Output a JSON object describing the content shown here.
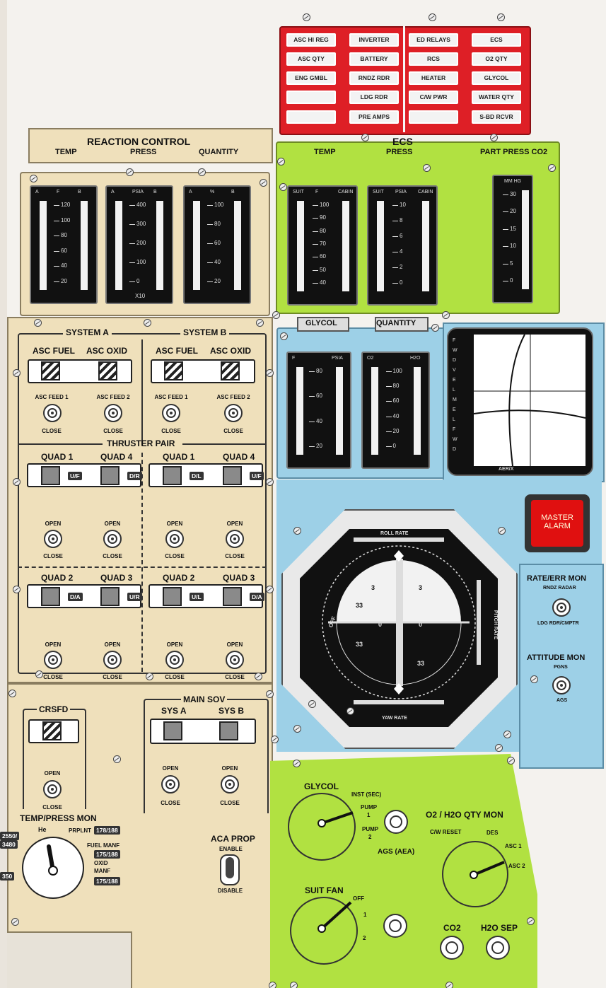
{
  "caution_warning": {
    "left": [
      "ASC HI REG",
      "INVERTER",
      "ASC QTY",
      "BATTERY",
      "ENG GMBL",
      "RNDZ RDR",
      "",
      "LDG RDR",
      "",
      "PRE AMPS"
    ],
    "right": [
      "ED RELAYS",
      "ECS",
      "RCS",
      "O2 QTY",
      "HEATER",
      "GLYCOL",
      "C/W PWR",
      "WATER QTY",
      "",
      "S-BD RCVR"
    ]
  },
  "reaction_control": {
    "title": "REACTION CONTROL",
    "temp": "TEMP",
    "press": "PRESS",
    "quantity": "QUANTITY"
  },
  "ecs": {
    "title": "ECS",
    "temp": "TEMP",
    "press": "PRESS",
    "part_press": "PART PRESS CO2"
  },
  "rcs_gauges": {
    "temp": {
      "hdr_a": "A",
      "hdr_mid": "F",
      "hdr_b": "B",
      "ticks": [
        "120",
        "100",
        "80",
        "60",
        "40",
        "20"
      ]
    },
    "press": {
      "hdr_a": "A",
      "hdr_mid": "PSIA",
      "hdr_b": "B",
      "ticks": [
        "400",
        "300",
        "200",
        "100",
        "0"
      ],
      "foot": "X10"
    },
    "qty": {
      "hdr_a": "A",
      "hdr_mid": "%",
      "hdr_b": "B",
      "ticks": [
        "100",
        "80",
        "60",
        "40",
        "20"
      ]
    }
  },
  "ecs_gauges": {
    "temp": {
      "hdr_a": "SUIT",
      "hdr_mid": "F",
      "hdr_b": "CABIN",
      "ticks": [
        "100",
        "90",
        "80",
        "70",
        "60",
        "50",
        "40"
      ]
    },
    "press": {
      "hdr_a": "SUIT",
      "hdr_mid": "PSIA",
      "hdr_b": "CABIN",
      "ticks": [
        "10",
        "8",
        "6",
        "4",
        "2",
        "0"
      ]
    },
    "co2": {
      "hdr": "MM HG",
      "ticks": [
        "30",
        "20",
        "15",
        "10",
        "5",
        "0"
      ]
    }
  },
  "glycol": {
    "glycol": "GLYCOL",
    "quantity": "QUANTITY",
    "left": {
      "hdr_a": "F",
      "hdr_b": "PSIA",
      "ticks": [
        "80",
        "60",
        "40",
        "20"
      ]
    },
    "right": {
      "hdr_a": "O2",
      "hdr_b": "H2O",
      "ticks": [
        "100",
        "80",
        "60",
        "40",
        "20",
        "0"
      ]
    }
  },
  "xpointer": {
    "label": "AER/X",
    "letters": [
      "F",
      "W",
      "D",
      "V",
      "E",
      "L",
      "M",
      "E",
      "L",
      "F",
      "W",
      "D"
    ]
  },
  "master_alarm": {
    "line1": "MASTER",
    "line2": "ALARM",
    "color": "#e01010"
  },
  "system_a": {
    "title": "SYSTEM A",
    "fuel": "ASC FUEL",
    "oxid": "ASC OXID",
    "feed1": "ASC FEED 1",
    "feed2": "ASC FEED 2",
    "close": "CLOSE"
  },
  "system_b": {
    "title": "SYSTEM B",
    "fuel": "ASC FUEL",
    "oxid": "ASC OXID",
    "feed1": "ASC FEED 1",
    "feed2": "ASC FEED 2",
    "close": "CLOSE"
  },
  "thruster": {
    "title": "THRUSTER PAIR",
    "open": "OPEN",
    "close": "CLOSE",
    "row1": [
      {
        "quad": "QUAD 1",
        "tag": "U/F"
      },
      {
        "quad": "QUAD 4",
        "tag": "D/R"
      },
      {
        "quad": "QUAD 1",
        "tag": "D/L"
      },
      {
        "quad": "QUAD 4",
        "tag": "U/F"
      }
    ],
    "row2": [
      {
        "quad": "QUAD 2",
        "tag": "D/A"
      },
      {
        "quad": "QUAD 3",
        "tag": "U/R"
      },
      {
        "quad": "QUAD 2",
        "tag": "U/L"
      },
      {
        "quad": "QUAD 3",
        "tag": "D/A"
      }
    ]
  },
  "crsfd": {
    "title": "CRSFD",
    "open": "OPEN",
    "close": "CLOSE"
  },
  "main_sov": {
    "title": "MAIN SOV",
    "sys_a": "SYS A",
    "sys_b": "SYS B",
    "open": "OPEN",
    "close": "CLOSE"
  },
  "temp_press": {
    "title": "TEMP/PRESS MON",
    "he": "He",
    "prplnt": "PRPLNT",
    "prplnt_val": "178/188",
    "fuel": "FUEL MANF",
    "fuel_val": "175/188",
    "oxid1": "OXID",
    "oxid2": "MANF",
    "oxid_val": "175/188",
    "side1": "2550/",
    "side2": "3480",
    "side3": "350"
  },
  "aca_prop": {
    "title": "ACA PROP",
    "enable": "ENABLE",
    "disable": "DISABLE"
  },
  "fdai": {
    "roll": "ROLL RATE",
    "yaw": "YAW RATE",
    "pitch": "PITCH RATE",
    "off": "OFF",
    "n3": "3",
    "n33": "33",
    "n0": "0"
  },
  "rate_err": {
    "title": "RATE/ERR MON",
    "top": "RNDZ RADAR",
    "bottom": "LDG RDR/CMPTR"
  },
  "attitude": {
    "title": "ATTITUDE MON",
    "top": "PGNS",
    "bottom": "AGS"
  },
  "glycol_sel": {
    "title": "GLYCOL",
    "inst": "INST (SEC)",
    "pump1a": "PUMP",
    "pump1b": "1",
    "pump2a": "PUMP",
    "pump2b": "2"
  },
  "o2h2o": {
    "title": "O2 / H2O QTY MON",
    "reset": "C/W RESET",
    "des": "DES",
    "asc1": "ASC 1",
    "asc2": "ASC 2"
  },
  "ags": {
    "label": "AGS (AEA)"
  },
  "suit_fan": {
    "title": "SUIT FAN",
    "off": "OFF",
    "one": "1",
    "two": "2"
  },
  "co2": {
    "label": "CO2"
  },
  "h2osep": {
    "label": "H2O SEP"
  },
  "colors": {
    "tan": "#efe0bb",
    "green": "#b1e141",
    "blue": "#9dd0e7",
    "red": "#de1f26",
    "face": "#111111"
  }
}
